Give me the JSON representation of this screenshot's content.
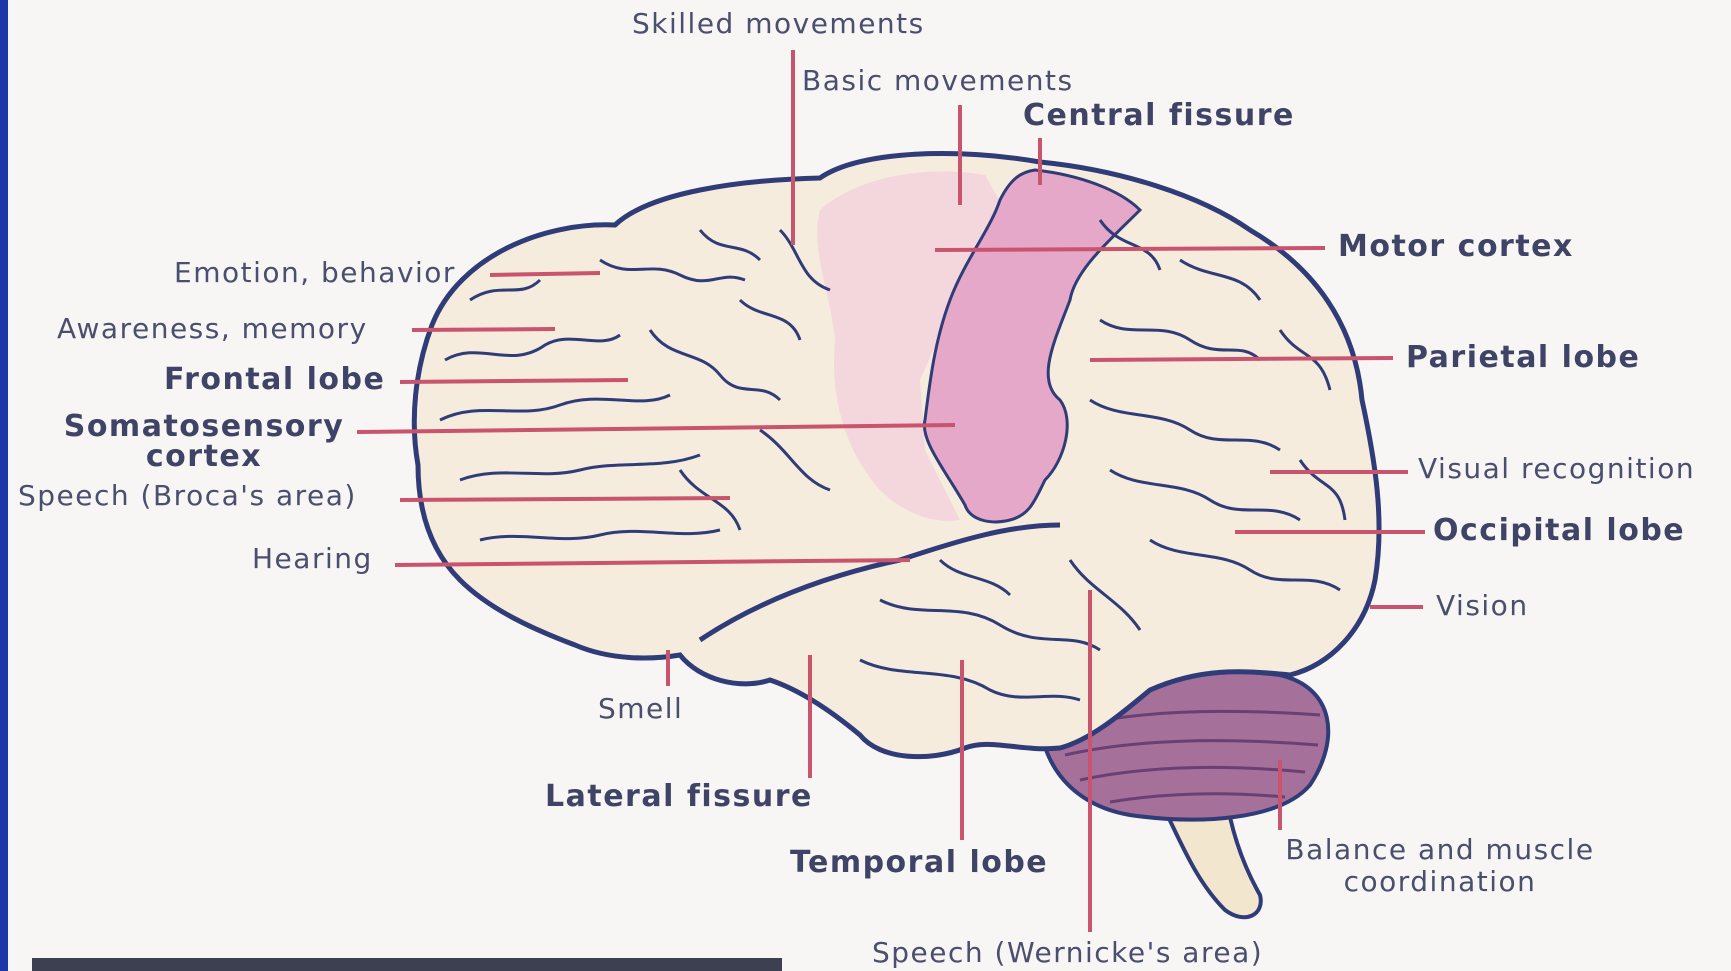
{
  "labels": {
    "skilled_movements": "Skilled movements",
    "basic_movements": "Basic movements",
    "central_fissure": "Central fissure",
    "motor_cortex": "Motor cortex",
    "parietal_lobe": "Parietal lobe",
    "visual_recognition": "Visual recognition",
    "occipital_lobe": "Occipital lobe",
    "vision": "Vision",
    "balance_line1": "Balance and muscle",
    "balance_line2": "coordination",
    "wernicke": "Speech (Wernicke's area)",
    "temporal_lobe": "Temporal lobe",
    "lateral_fissure": "Lateral fissure",
    "smell": "Smell",
    "hearing": "Hearing",
    "broca": "Speech (Broca's area)",
    "somatosensory_line1": "Somatosensory",
    "somatosensory_line2": "cortex",
    "frontal_lobe": "Frontal lobe",
    "awareness": "Awareness, memory",
    "emotion": "Emotion, behavior"
  },
  "colors": {
    "frame": "#1d36a8",
    "brain_fill": "#f6ecdd",
    "brain_outline": "#2f3c78",
    "motor_strip": "#e6a8c8",
    "premotor": "#f3d4dc",
    "cerebellum": "#a5709a",
    "leader_line": "#c8546e",
    "text": "#4a4f6e"
  }
}
